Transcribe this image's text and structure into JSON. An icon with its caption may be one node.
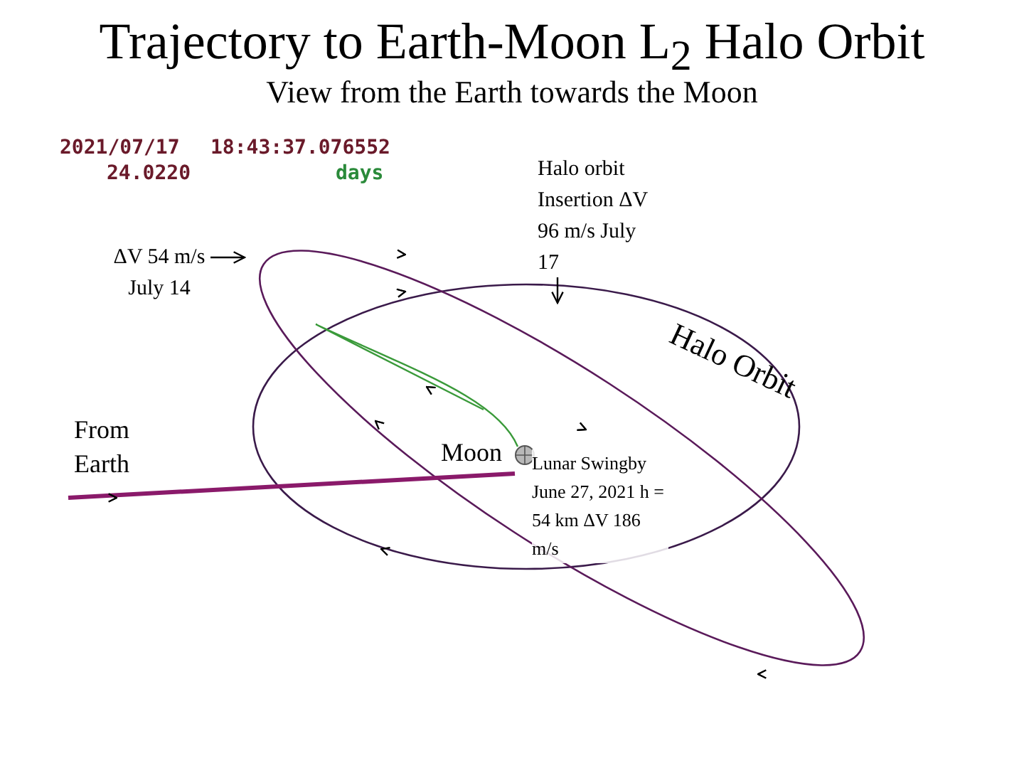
{
  "diagram": {
    "title": "Trajectory to Earth-Moon L$_{2}$ Halo Orbit",
    "nodes": [
      {
        "text": [
          "ΔV 54 m/s July 14"
        ]
      },
      {
        "text": [
          "Halo orbit Insertion ΔV   96 m/s July 17"
        ]
      },
      {
        "text": [
          "Moon"
        ],
        "beside": [
          "Lunar Swingby June 27, 2021 h = 54 km ΔV 186 m/s"
        ]
      }
    ],
    "edges": [
      {
        "from": 0,
        "to": null,
        "arrow": "to"
      },
      {
        "from": 1,
        "to": null,
        "arrow": "to"
      }
    ],
    "labels": [
      "View from the Earth towards the Moon",
      "2021/07/17",
      "18:43:37.076552",
      "24.0220",
      "days",
      "Halo Orbit",
      "From Earth"
    ]
  }
}
